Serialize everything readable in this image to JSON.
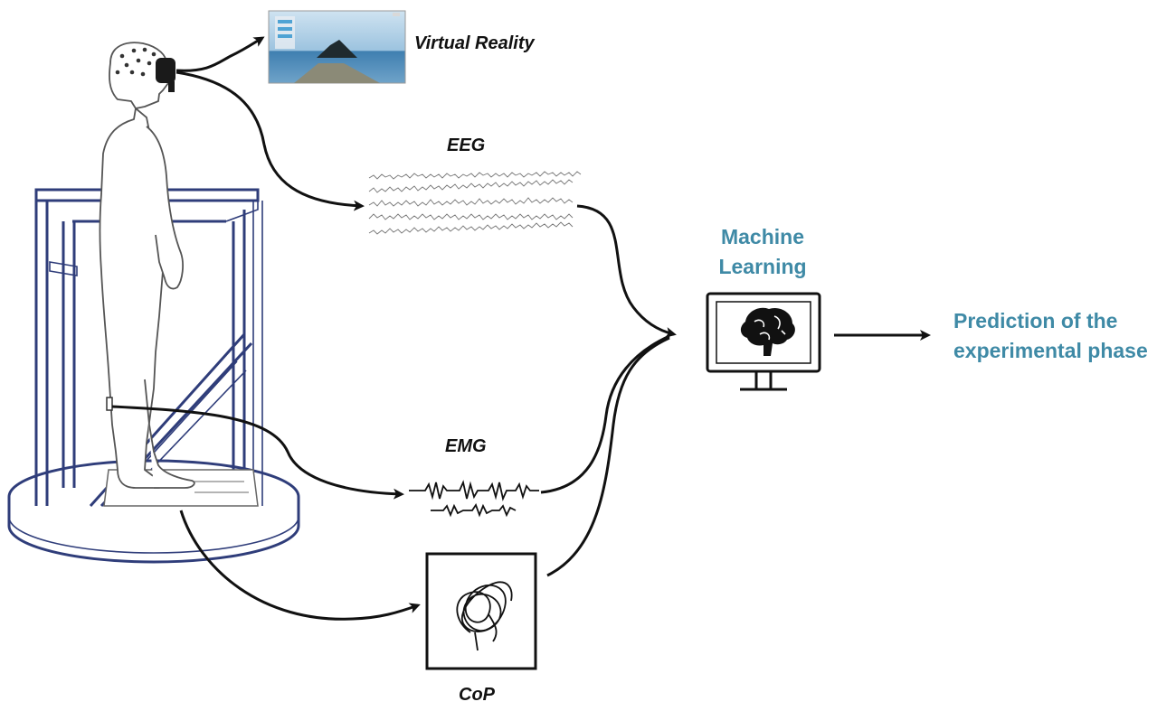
{
  "labels": {
    "virtual_reality": "Virtual Reality",
    "eeg": "EEG",
    "emg": "EMG",
    "cop": "CoP",
    "machine_learning_line1": "Machine",
    "machine_learning_line2": "Learning",
    "prediction_line1": "Prediction of the",
    "prediction_line2": "experimental phase"
  },
  "colors": {
    "accent_text": "#3f8aa6",
    "frame": "#2f3d7a",
    "arrow": "#111111"
  },
  "icons": {
    "vr": "vr-scene-thumbnail-icon",
    "ml": "monitor-brain-icon",
    "cop": "cop-trajectory-icon"
  }
}
